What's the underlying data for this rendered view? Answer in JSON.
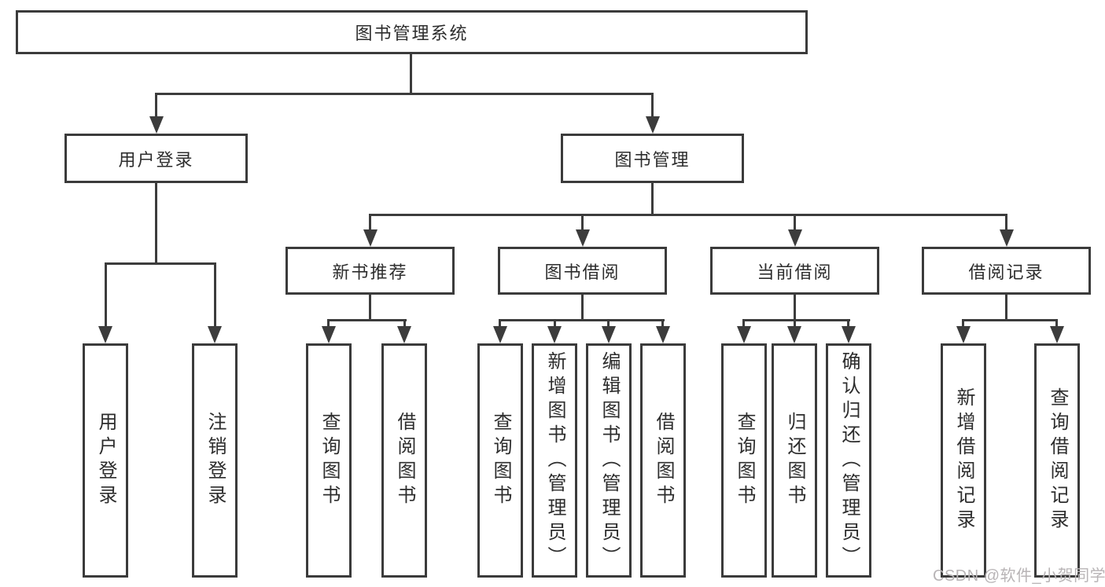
{
  "tree": {
    "label": "图书管理系统",
    "children": [
      {
        "label": "用户登录",
        "children": [
          {
            "label": "用户登录"
          },
          {
            "label": "注销登录"
          }
        ]
      },
      {
        "label": "图书管理",
        "children": [
          {
            "label": "新书推荐",
            "children": [
              {
                "label": "查询图书"
              },
              {
                "label": "借阅图书"
              }
            ]
          },
          {
            "label": "图书借阅",
            "children": [
              {
                "label": "查询图书"
              },
              {
                "label": "新增图书（管理员）"
              },
              {
                "label": "编辑图书（管理员）"
              },
              {
                "label": "借阅图书"
              }
            ]
          },
          {
            "label": "当前借阅",
            "children": [
              {
                "label": "查询图书"
              },
              {
                "label": "归还图书"
              },
              {
                "label": "确认归还（管理员）"
              }
            ]
          },
          {
            "label": "借阅记录",
            "children": [
              {
                "label": "新增借阅记录"
              },
              {
                "label": "查询借阅记录"
              }
            ]
          }
        ]
      }
    ]
  },
  "watermark": "CSDN @软件_小贺同学",
  "colors": {
    "box_border": "#3b3b3b",
    "line": "#3c3c3c",
    "text": "#2d2d2d",
    "watermark": "#b8b4b6",
    "background": "#ffffff"
  }
}
